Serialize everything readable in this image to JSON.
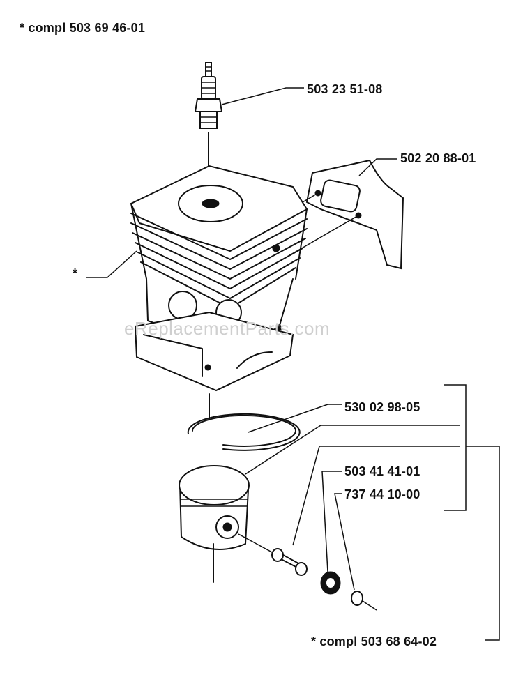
{
  "labels": {
    "top_compl": "*  compl 503 69 46-01",
    "spark_plug": "503 23 51-08",
    "gasket": "502 20 88-01",
    "cylinder_star": "*",
    "piston_ring": "530 02 98-05",
    "piston_pin": "503 41 41-01",
    "circlip": "737 44 10-00",
    "bottom_compl": "*  compl 503 68 64-02"
  },
  "watermark": "eReplacementParts.com"
}
